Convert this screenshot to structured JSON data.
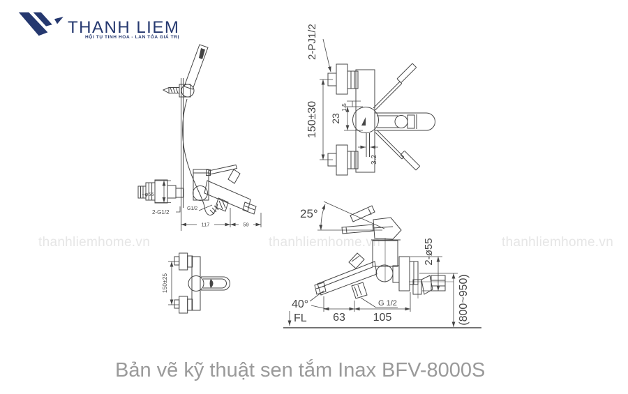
{
  "header": {
    "logo_text": "THANH LIEM",
    "logo_tagline": "HỘI TỤ TINH HOA - LAN TỎA GIÁ TRỊ"
  },
  "watermark": "thanhliemhome.vn",
  "caption": "Bản vẽ kỹ thuật sen tắm Inax BFV-8000S",
  "colors": {
    "line": "#454545",
    "brand_navy": "#25386f",
    "caption_gray": "#9a9a9a",
    "watermark_gray": "#e6e6e6"
  },
  "drawings": {
    "shower_side_view": {
      "dim_diameter": "~φ55",
      "dim_wall_thread": "2-G1/2",
      "dim_outlet_thread": "G1/2",
      "dim_depth": "117",
      "dim_spout": "59"
    },
    "valve_top_view": {
      "dim_thread": "2-PJ1/2",
      "dim_centers": "150±30",
      "dim_offset": "23",
      "dim_gap": "1.5",
      "dim_hose": "3.2"
    },
    "valve_front_view": {
      "dim_centers": "150±25"
    },
    "faucet_side_view": {
      "dim_handle_angle": "25°",
      "dim_flange_diameter": "2-ø55",
      "dim_spout_angle": "40°",
      "floor_label": "FL",
      "dim_spout_reach": "63",
      "dim_body_reach": "105",
      "dim_outlet_thread": "G 1/2",
      "dim_install_height": "(800~950)"
    }
  }
}
